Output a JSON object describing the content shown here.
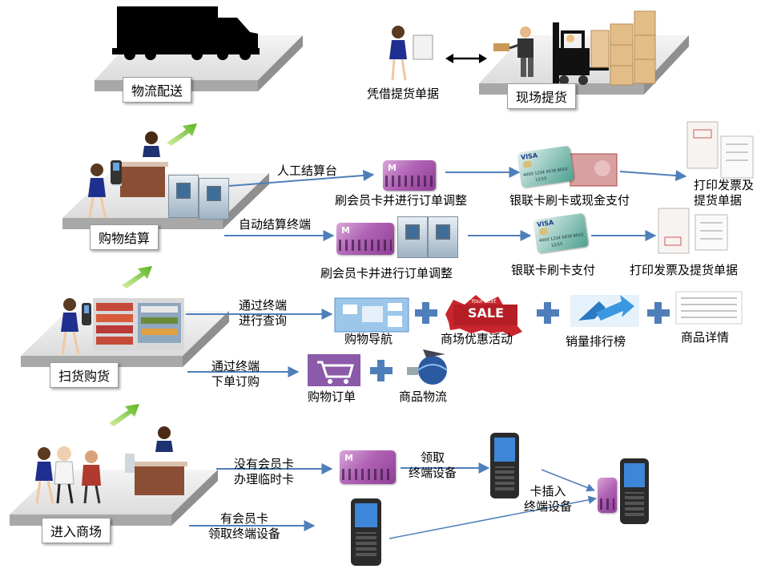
{
  "stages": {
    "logistics": "物流配送",
    "pickup": "现场提货",
    "checkout": "购物结算",
    "shopping": "扫货购货",
    "enter": "进入商场"
  },
  "pickup_flow": {
    "voucher": "凭借提货单据"
  },
  "checkout_flow": {
    "manual_counter": "人工结算台",
    "manual_adjust": "刷会员卡并进行订单调整",
    "manual_pay": "银联卡刷卡或现金支付",
    "manual_print": "打印发票及\n提货单据",
    "auto_terminal": "自动结算终端",
    "auto_adjust": "刷会员卡并进行订单调整",
    "auto_pay": "银联卡刷卡支付",
    "auto_print": "打印发票及提货单据"
  },
  "shopping_flow": {
    "query_via_terminal": "通过终端\n进行查询",
    "nav": "购物导航",
    "promo": "商场优惠活动",
    "sales_rank": "销量排行榜",
    "product_detail": "商品详情",
    "order_via_terminal": "通过终端\n下单订购",
    "shopping_order": "购物订单",
    "product_logistics": "商品物流",
    "sale_badge": "SALE",
    "sale_badge_small": "Your text"
  },
  "enter_flow": {
    "no_card": "没有会员卡\n办理临时卡",
    "get_device_1": "领取\n终端设备",
    "insert_card": "卡插入\n终端设备",
    "has_card": "有会员卡\n领取终端设备"
  },
  "card_brand": "M",
  "bank_card": {
    "brand": "VISA",
    "number": "4000 1234 5678 9010",
    "expiry": "12/15"
  },
  "colors": {
    "arrow": "#4f7fba",
    "plus": "#4f7fba",
    "platform_top": "#ececec",
    "platform_side": "#a9a9a9",
    "up_arrow": "#6bbf2a"
  }
}
